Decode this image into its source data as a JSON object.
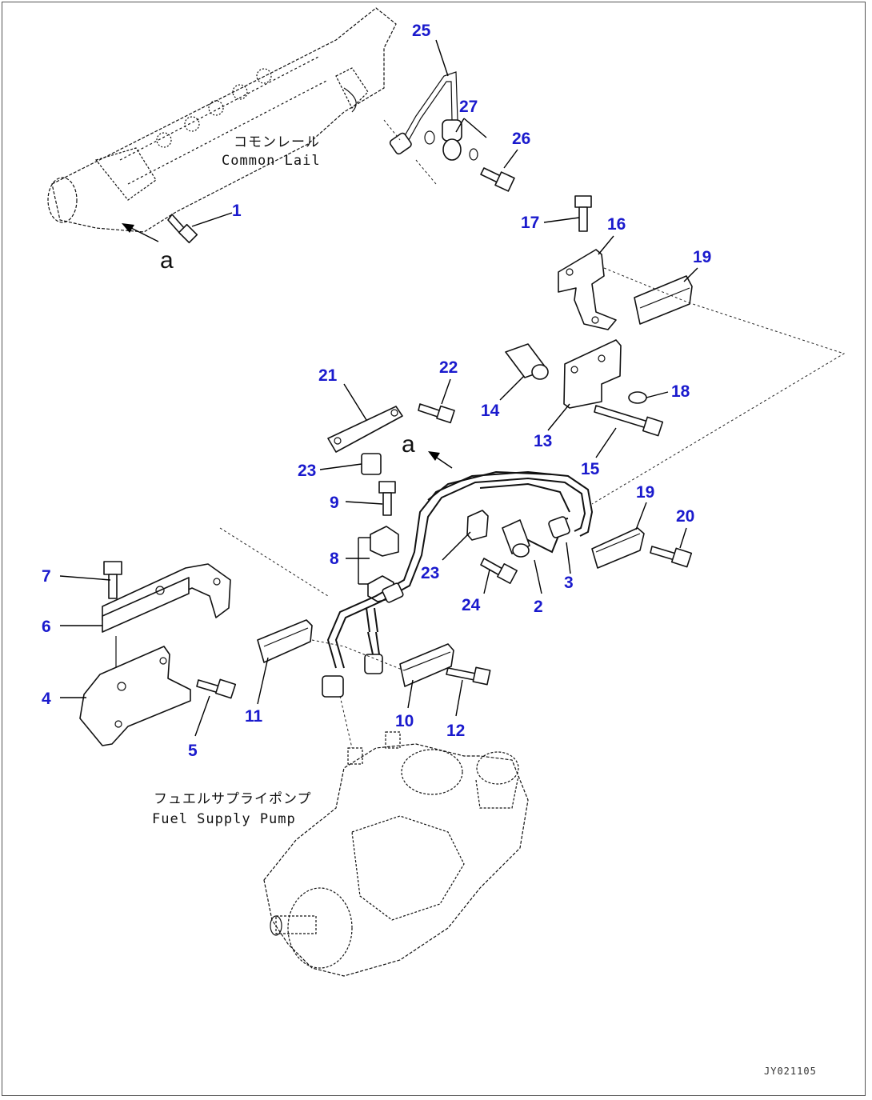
{
  "drawing": {
    "assemblies": {
      "common_rail_jp": "コモンレール",
      "common_rail_en": "Common Lail",
      "pump_jp": "フュエルサプライポンプ",
      "pump_en": "Fuel Supply Pump"
    },
    "view_marks": {
      "rail_arrow": "a",
      "pipe_arrow": "a"
    },
    "doc_id": "JY021105",
    "callouts": {
      "c1": "1",
      "c2": "2",
      "c3": "3",
      "c4": "4",
      "c5": "5",
      "c6": "6",
      "c7": "7",
      "c8": "8",
      "c9": "9",
      "c10": "10",
      "c11": "11",
      "c12": "12",
      "c13": "13",
      "c14": "14",
      "c15": "15",
      "c16": "16",
      "c17": "17",
      "c18": "18",
      "c19a": "19",
      "c19b": "19",
      "c20": "20",
      "c21": "21",
      "c22": "22",
      "c23a": "23",
      "c23b": "23",
      "c24": "24",
      "c25": "25",
      "c26": "26",
      "c27": "27"
    },
    "colors": {
      "callout": "#1a1acd",
      "line": "#111111"
    }
  }
}
